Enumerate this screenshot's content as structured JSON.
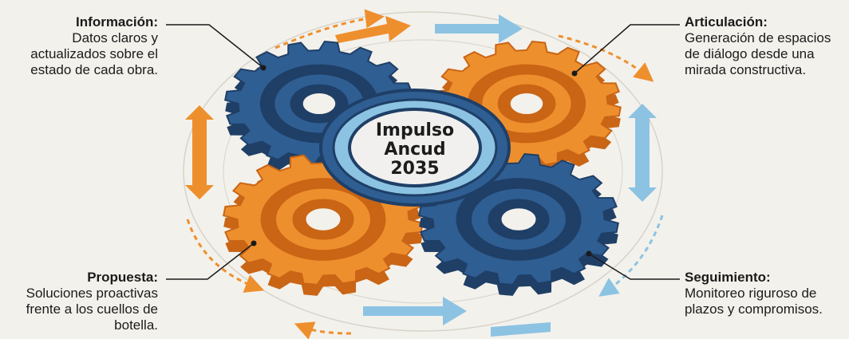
{
  "center": {
    "line1": "Impulso",
    "line2": "Ancud",
    "line3": "2035"
  },
  "labels": {
    "informacion": {
      "title": "Información:",
      "body": "Datos claros y actualizados sobre el estado de cada obra."
    },
    "articulacion": {
      "title": "Articulación:",
      "body": "Generación de espacios de diálogo desde una mirada constructiva."
    },
    "propuesta": {
      "title": "Propuesta:",
      "body": "Soluciones proactivas frente a los cuellos de botella."
    },
    "seguimiento": {
      "title": "Seguimiento:",
      "body": "Monitoreo riguroso de plazos y compromisos."
    }
  },
  "colors": {
    "blue": "#2f5e93",
    "blue_dark": "#1f3f66",
    "orange": "#ee8f2e",
    "orange_dark": "#c96515",
    "light_blue": "#8cc3e3",
    "background": "#f3f1ec"
  }
}
